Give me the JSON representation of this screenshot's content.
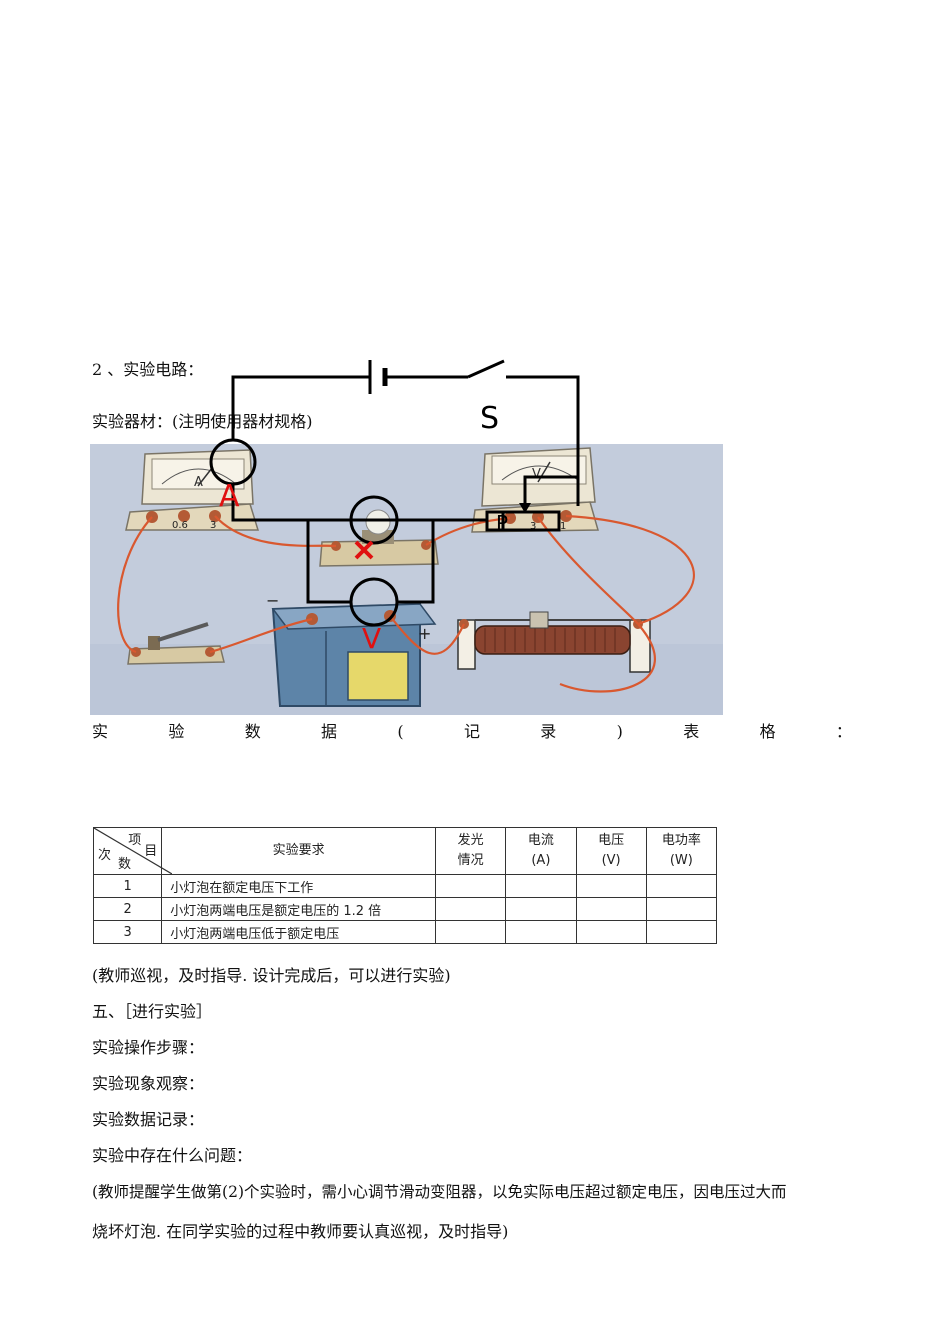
{
  "section2_heading": "2 、实验电路：",
  "equipment_line": "实验器材：(注明使用器材规格)",
  "circuit_labels": {
    "switch": "S",
    "ammeter": "A",
    "voltmeter": "V",
    "slider": "P"
  },
  "photo": {
    "ammeter_face": "A",
    "ammeter_terminals": [
      "0.6",
      "3"
    ],
    "voltmeter_face": "V",
    "voltmeter_terminals": [
      "3",
      "1"
    ],
    "battery_minus": "−",
    "battery_plus": "+"
  },
  "table_caption_chars": [
    "实",
    "验",
    "数",
    "据",
    "(",
    "记",
    "录",
    ")",
    "表",
    "格",
    "："
  ],
  "table": {
    "corner": {
      "col": "项",
      "col2": "目",
      "row": "次",
      "row2": "数"
    },
    "headers": [
      "实验要求",
      "发光情况",
      "电流(A)",
      "电压(V)",
      "电功率(W)"
    ],
    "header_lines": [
      [
        "实验要求"
      ],
      [
        "发光",
        "情况"
      ],
      [
        "电流",
        "(A)"
      ],
      [
        "电压",
        "(V)"
      ],
      [
        "电功率",
        "(W)"
      ]
    ],
    "rows": [
      {
        "n": "1",
        "req": "小灯泡在额定电压下工作"
      },
      {
        "n": "2",
        "req": "小灯泡两端电压是额定电压的 1.2 倍"
      },
      {
        "n": "3",
        "req": "小灯泡两端电压低于额定电压"
      }
    ]
  },
  "notes": {
    "teacher_note": "(教师巡视，及时指导. 设计完成后，可以进行实验)",
    "section5": "五、［进行实验］",
    "step_ops": "实验操作步骤：",
    "step_obs": "实验现象观察：",
    "step_rec": "实验数据记录：",
    "step_issue": "实验中存在什么问题：",
    "teacher_reminder_1": "(教师提醒学生做第(2)个实验时，需小心调节滑动变阻器，以免实际电压超过额定电压，因电压过大而",
    "teacher_reminder_2": "烧坏灯泡. 在同学实验的过程中教师要认真巡视，及时指导)"
  }
}
